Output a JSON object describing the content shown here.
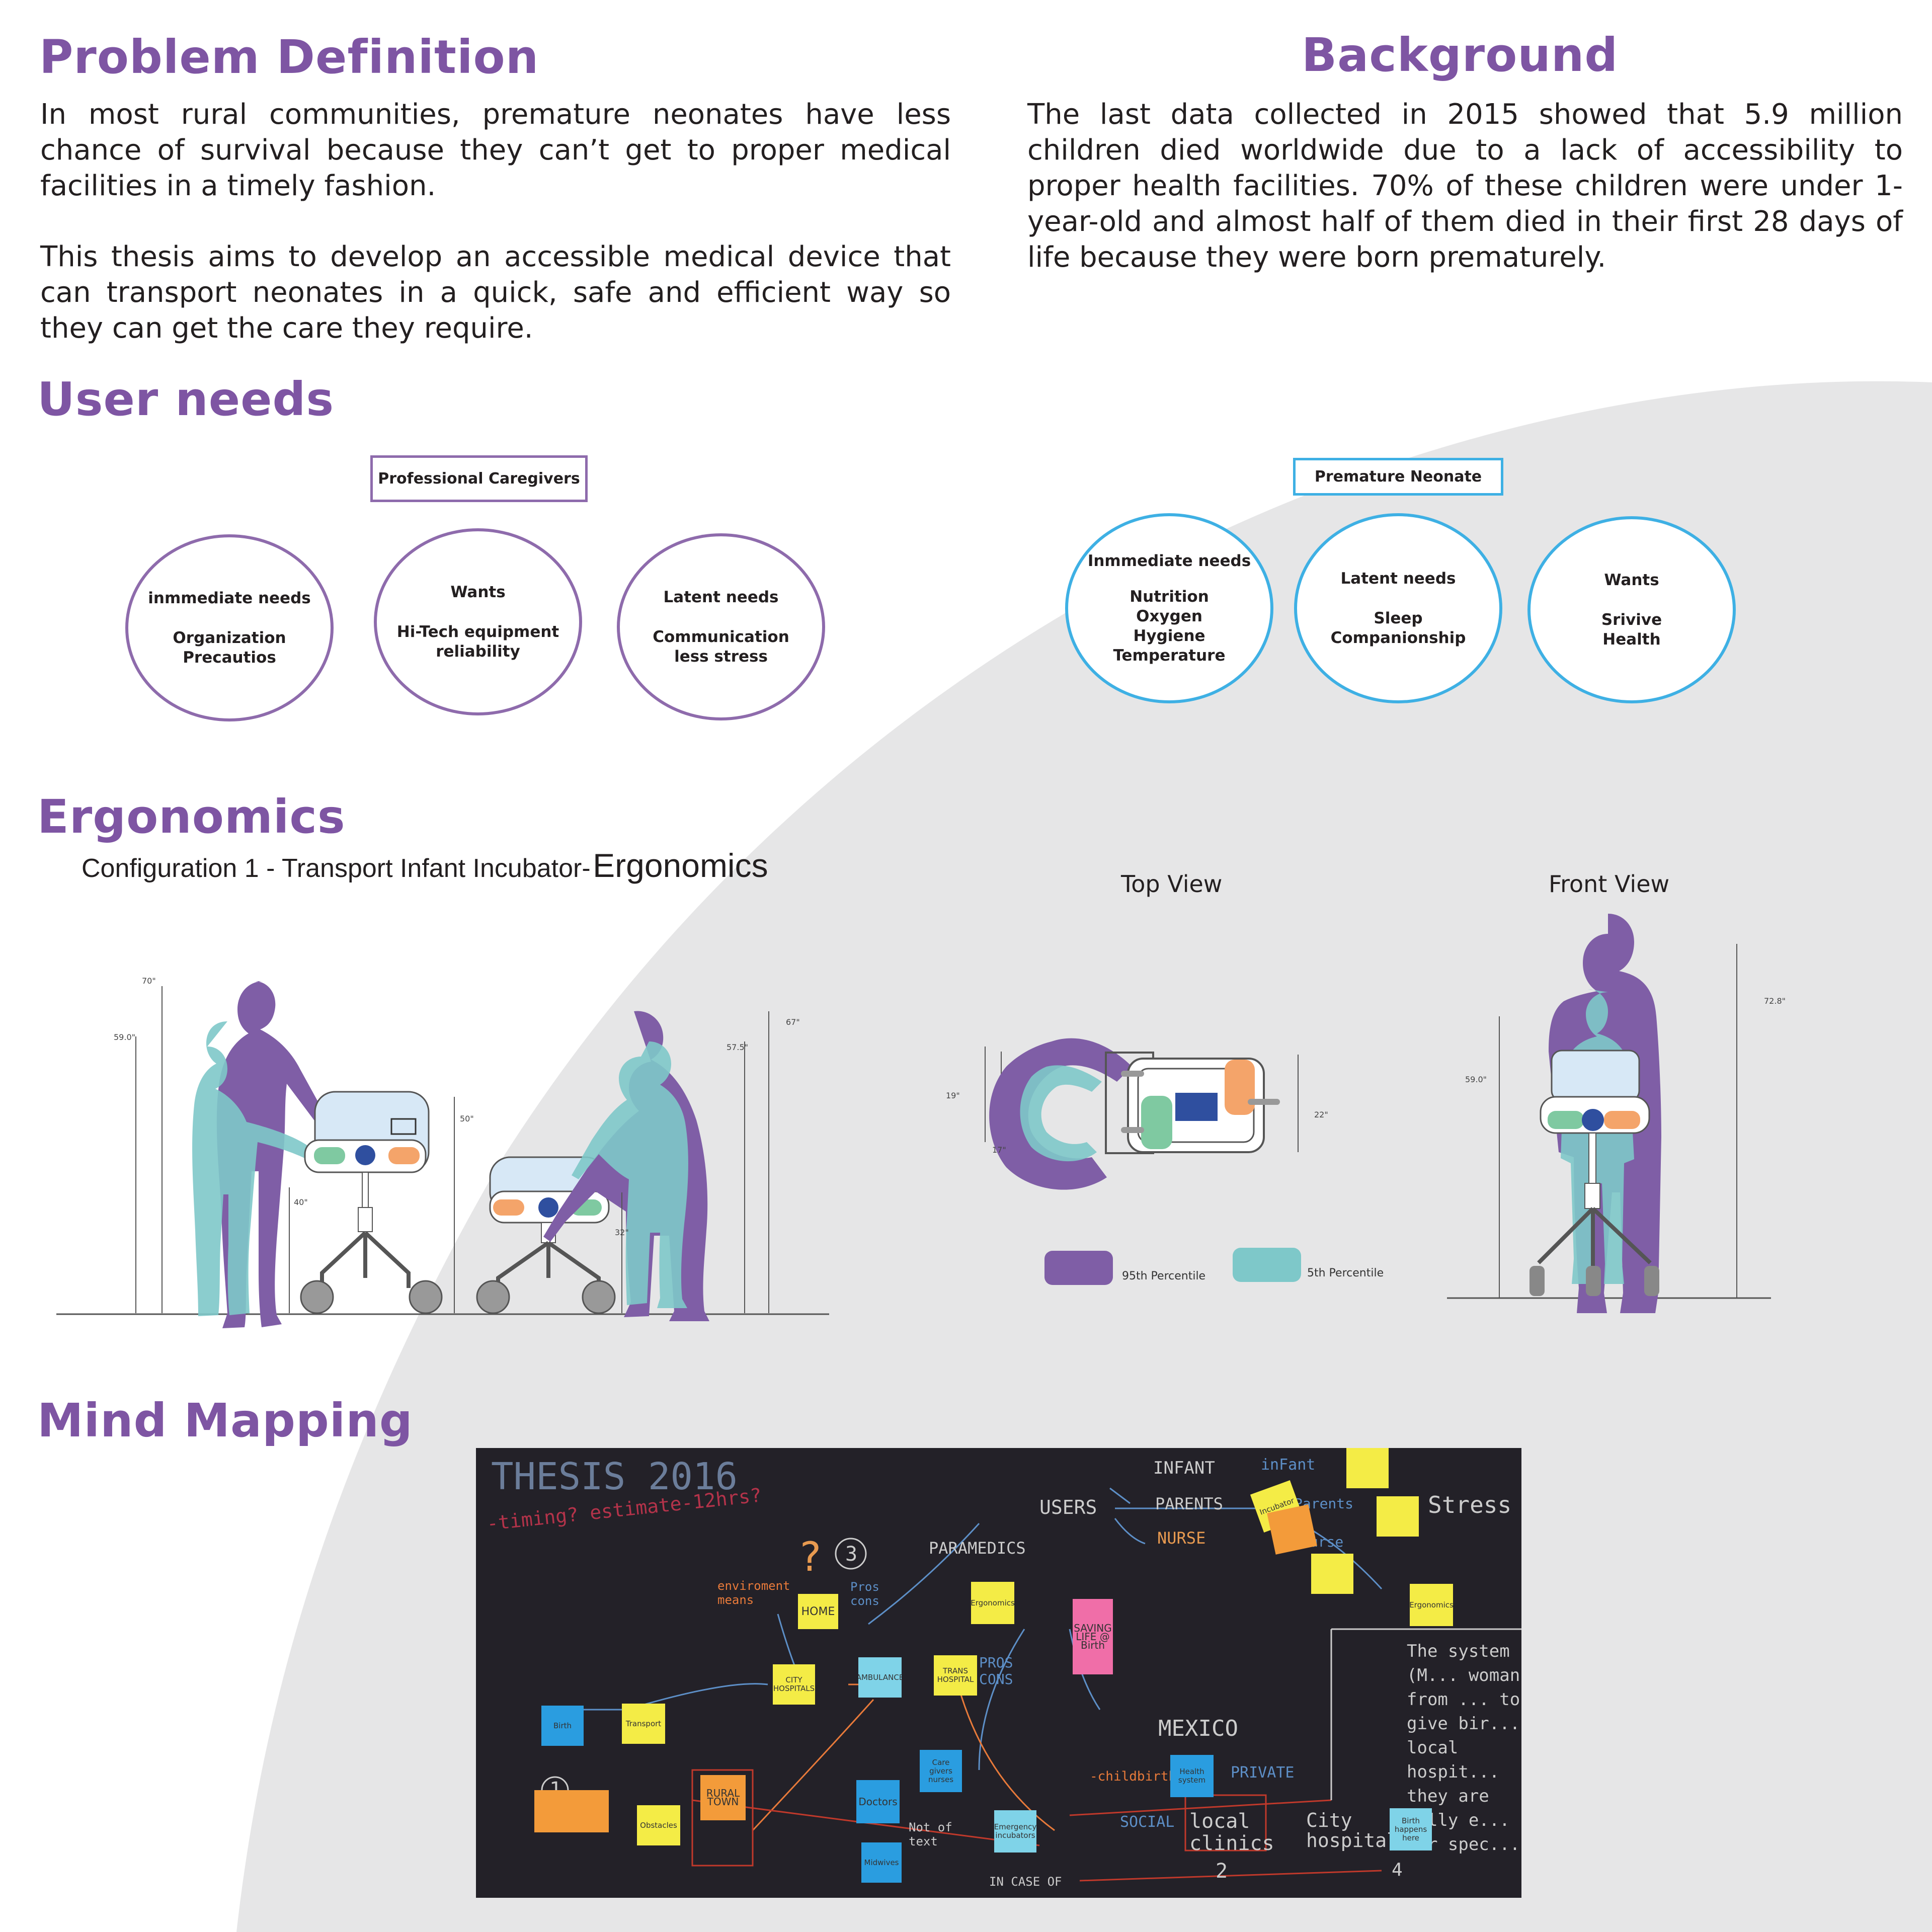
{
  "colors": {
    "heading": "#7e55a3",
    "caregiver": "#8e6bac",
    "neonate": "#3eb0e4",
    "tall_figure": "#7f5ea6",
    "short_figure": "#7ec8c9",
    "background_curve": "#e6e6e7"
  },
  "problem": {
    "title": "Problem Definition",
    "p1": "In most rural communities, premature neonates have less chance of survival because they can’t get to proper medical facilities in a timely fashion.",
    "p2": "This thesis aims to develop an accessible medical device that can transport neonates in a quick, safe and efficient way so they can get the care they require."
  },
  "background": {
    "title": "Background",
    "p1": "The last data collected in 2015 showed that 5.9 million children died worldwide due to a lack of accessibility to proper health facilities. 70% of these children were under 1-year-old and almost half of them died in their first 28 days of life because they were born prematurely."
  },
  "user_needs": {
    "title": "User needs",
    "caregivers": {
      "label": "Professional Caregivers",
      "circles": [
        {
          "title": "inmmediate needs",
          "items": [
            "Organization",
            "Precautios"
          ]
        },
        {
          "title": "Wants",
          "items": [
            "Hi-Tech equipment",
            "reliability"
          ]
        },
        {
          "title": "Latent needs",
          "items": [
            "Communication",
            "less stress"
          ]
        }
      ]
    },
    "neonate": {
      "label": "Premature Neonate",
      "circles": [
        {
          "title": "Inmmediate needs",
          "items": [
            "Nutrition",
            "Oxygen",
            "Hygiene",
            "Temperature"
          ]
        },
        {
          "title": "Latent needs",
          "items": [
            "Sleep",
            "Companionship"
          ]
        },
        {
          "title": "Wants",
          "items": [
            "Srivive",
            "Health"
          ]
        }
      ]
    }
  },
  "ergonomics": {
    "title": "Ergonomics",
    "subtitle_a": "Configuration 1 - Transport Infant Incubator-",
    "subtitle_b": "Ergonomics",
    "top_view": "Top View",
    "front_view": "Front View",
    "legend": {
      "p95": "95th Percentile",
      "p5": "5th Percentile"
    },
    "dims": {
      "side_70": "70\"",
      "side_59": "59.0\"",
      "side_40": "40\"",
      "side_50": "50\"",
      "side_575": "57.5\"",
      "side_67": "67\"",
      "side_32": "32\"",
      "top_19": "19\"",
      "top_17": "17\"",
      "top_22": "22\"",
      "front_59": "59.0\"",
      "front_728": "72.8\""
    }
  },
  "mind_mapping": {
    "title": "Mind Mapping",
    "chalk": {
      "thesis": "THESIS 2016",
      "timing": "-timing? estimate-12hrs?",
      "users": "USERS",
      "infant": "INFANT",
      "parents": "PARENTS",
      "nurse": "NURSE",
      "infant2": "inFant",
      "parents2": "Parents",
      "nurse2": "nurse",
      "stress": "Stress",
      "paramedics": "PARAMEDICS",
      "question": "?",
      "three": "3",
      "enviroment": "enviroment means",
      "pros1": "Pros cons",
      "pros2": "PROS CONS",
      "mexico": "MEXICO",
      "childbirth": "-childbirth-",
      "private": "PRIVATE",
      "social": "SOCIAL",
      "local": "local clinics",
      "city": "City hospitals",
      "one": "1",
      "two": "2",
      "four": "4",
      "not_of": "Not of text",
      "in_case": "IN CASE OF",
      "system": "The system (M... woman from ... to give bir... local hospit... they are fully e... for spec..."
    },
    "notes": {
      "home": "HOME",
      "city_hospitals": "CITY HOSPITALS",
      "ambulance": "AMBULANCE",
      "rural_town": "RURAL TOWN",
      "birth": "Birth",
      "transport": "Transport",
      "obstacles": "Obstacles",
      "doctors": "Doctors",
      "midwives": "Midwives",
      "care_givers": "Care givers nurses",
      "ergonomics": "Ergonomics",
      "ergonomics2": "Ergonomics",
      "trans_hospital": "TRANS HOSPITAL",
      "health_system": "Health system",
      "saving_life": "SAVING LIFE @ Birth",
      "birth_happens": "Birth happens here",
      "emergency": "Emergency incubators",
      "incubator": "Incubator"
    }
  }
}
